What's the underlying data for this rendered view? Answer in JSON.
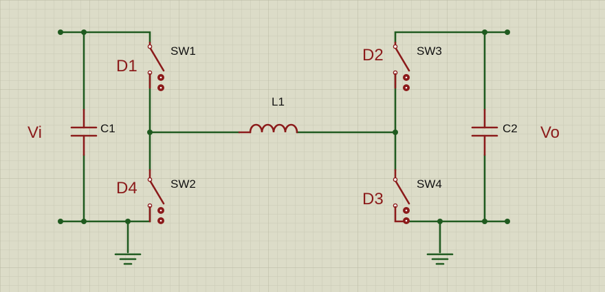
{
  "colors": {
    "background": "#dcdcc8",
    "grid_minor": "#c9c9b4",
    "grid_major": "#b8b8a2",
    "wire": "#1f5a1f",
    "component": "#8b1a1a",
    "text": "#111111"
  },
  "components": {
    "sw1": "SW1",
    "sw2": "SW2",
    "sw3": "SW3",
    "sw4": "SW4",
    "c1": "C1",
    "c2": "C2",
    "l1": "L1"
  },
  "nets": {
    "d1": "D1",
    "d2": "D2",
    "d3": "D3",
    "d4": "D4",
    "vi": "Vi",
    "vo": "Vo"
  }
}
